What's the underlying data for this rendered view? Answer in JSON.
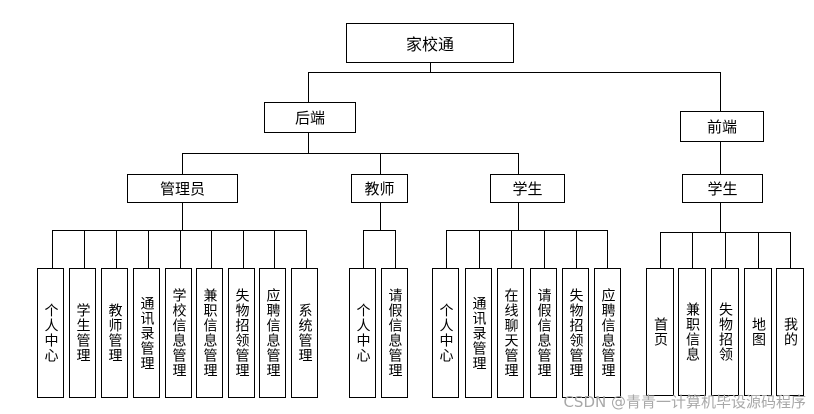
{
  "root": "家校通",
  "backend": {
    "label": "后端",
    "roles": [
      {
        "label": "管理员",
        "modules": [
          "个人中心",
          "学生管理",
          "教师管理",
          "通讯录管理",
          "学校信息管理",
          "兼职信息管理",
          "失物招领管理",
          "应聘信息管理",
          "系统管理"
        ]
      },
      {
        "label": "教师",
        "modules": [
          "个人中心",
          "请假信息管理"
        ]
      },
      {
        "label": "学生",
        "modules": [
          "个人中心",
          "通讯录管理",
          "在线聊天管理",
          "请假信息管理",
          "失物招领管理",
          "应聘信息管理"
        ]
      }
    ]
  },
  "frontend": {
    "label": "前端",
    "roles": [
      {
        "label": "学生",
        "modules": [
          "首页",
          "兼职信息",
          "失物招领",
          "地图",
          "我的"
        ]
      }
    ]
  },
  "watermark": "CSDN @青青一计算机毕设源码程序"
}
